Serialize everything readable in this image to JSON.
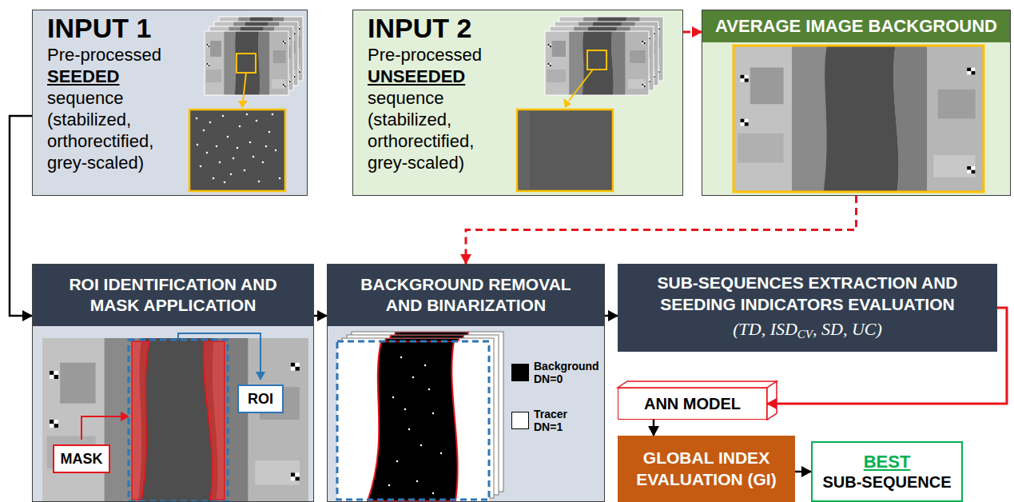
{
  "diagram": {
    "nodes": [
      {
        "text": [
          "INPUT 1",
          "Pre-processed",
          "SEEDED",
          "sequence (stabilized, orthorectified, grey-scaled)"
        ]
      },
      {
        "text": [
          "INPUT 2",
          "Pre-processed",
          "UNSEEDED",
          "sequence (stabilized, orthorectified, grey-scaled)"
        ]
      },
      {
        "text": [
          "AVERAGE IMAGE BACKGROUND"
        ]
      },
      {
        "text": [
          "ROI IDENTIFICATION AND MASK APPLICATION"
        ]
      },
      {
        "text": [
          "ROI"
        ],
        "in": 3
      },
      {
        "text": [
          "MASK"
        ],
        "in": 3
      },
      {
        "text": [
          "BACKGROUND REMOVAL AND BINARIZATION"
        ]
      },
      {
        "text": [
          "SUB-SEQUENCES EXTRACTION AND SEEDING INDICATORS EVALUATION",
          "(TD, ISD",
          "CV",
          ", SD, UC)"
        ]
      },
      {
        "text": [
          "ANN MODEL"
        ]
      },
      {
        "text": [
          "GLOBAL INDEX EVALUATION (GI)"
        ]
      },
      {
        "text": [
          "BEST",
          "SUB-SEQUENCE"
        ]
      }
    ],
    "edges": [
      {
        "from": 0,
        "to": 3,
        "arrow": "to"
      },
      {
        "from": 1,
        "to": 2,
        "arrow": "to"
      },
      {
        "from": 2,
        "to": 6,
        "arrow": "to"
      },
      {
        "from": 3,
        "to": 6,
        "arrow": "to"
      },
      {
        "from": 6,
        "to": 7,
        "arrow": "to"
      },
      {
        "from": 7,
        "to": 8,
        "arrow": "to"
      },
      {
        "from": 8,
        "to": 9,
        "arrow": "to"
      },
      {
        "from": 9,
        "to": 10,
        "arrow": "to"
      }
    ],
    "legend": [
      {
        "text": "Background DN=0",
        "color": "#000000"
      },
      {
        "text": "Tracer DN=1",
        "color": "#ffffff"
      }
    ]
  }
}
